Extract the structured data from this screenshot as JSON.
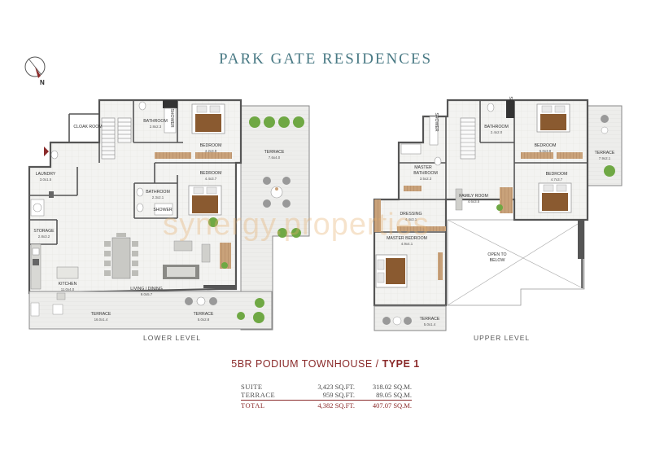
{
  "title": "PARK GATE RESIDENCES",
  "compass": {
    "north_label": "N",
    "icon": "compass-icon"
  },
  "lower_level": {
    "label": "LOWER LEVEL",
    "rooms": [
      {
        "id": "cloak-room",
        "name": "CLOAK\nROOM",
        "dims": ""
      },
      {
        "id": "bathroom-1",
        "name": "BATHROOM",
        "dims": "2.8x2.3"
      },
      {
        "id": "shower-1",
        "name": "SHOWER",
        "dims": ""
      },
      {
        "id": "bedroom-1",
        "name": "BEDROOM",
        "dims": "4.2x3.9"
      },
      {
        "id": "terrace-1",
        "name": "TERRACE",
        "dims": "7.6x4.0"
      },
      {
        "id": "laundry",
        "name": "LAUNDRY",
        "dims": "3.0x1.5"
      },
      {
        "id": "bedroom-2",
        "name": "BEDROOM",
        "dims": "4.4x3.7"
      },
      {
        "id": "bathroom-2",
        "name": "BATHROOM",
        "dims": "2.3x2.1"
      },
      {
        "id": "shower-2",
        "name": "SHOWER",
        "dims": ""
      },
      {
        "id": "storage",
        "name": "STORAGE",
        "dims": "2.8x3.2"
      },
      {
        "id": "kitchen",
        "name": "KITCHEN",
        "dims": "11.0x4.0"
      },
      {
        "id": "living-dining",
        "name": "LIVING / DINING",
        "dims": "9.0x5.7"
      },
      {
        "id": "terrace-2",
        "name": "TERRACE",
        "dims": "16.0x1.4"
      },
      {
        "id": "terrace-3",
        "name": "TERRACE",
        "dims": "5.0x2.8"
      }
    ]
  },
  "upper_level": {
    "label": "UPPER LEVEL",
    "rooms": [
      {
        "id": "shower-3",
        "name": "SHOWER",
        "dims": ""
      },
      {
        "id": "shower-4",
        "name": "SHOWER",
        "dims": ""
      },
      {
        "id": "bathroom-3",
        "name": "BATHROOM",
        "dims": "2.4x2.0"
      },
      {
        "id": "master-bathroom",
        "name": "MASTER\nBATHROOM",
        "dims": "3.5x2.3"
      },
      {
        "id": "bedroom-3",
        "name": "BEDROOM",
        "dims": "5.0x3.9"
      },
      {
        "id": "terrace-4",
        "name": "TERRACE",
        "dims": "7.9x2.1"
      },
      {
        "id": "bedroom-4",
        "name": "BEDROOM",
        "dims": "4.7x3.7"
      },
      {
        "id": "family-room",
        "name": "FAMILY ROOM",
        "dims": "4.6x3.5"
      },
      {
        "id": "dressing",
        "name": "DRESSING",
        "dims": "4.4x3.1"
      },
      {
        "id": "master-bedroom",
        "name": "MASTER BEDROOM",
        "dims": "4.9x4.1"
      },
      {
        "id": "open-to-below",
        "name": "OPEN TO\nBELOW",
        "dims": ""
      },
      {
        "id": "terrace-5",
        "name": "TERRACE",
        "dims": "5.0x1.4"
      }
    ]
  },
  "watermark": "synergy.properties",
  "unit": {
    "title": "5BR PODIUM TOWNHOUSE / ",
    "type": "TYPE 1"
  },
  "areas": {
    "rows": [
      {
        "label": "SUITE",
        "sqft": "3,423 SQ.FT.",
        "sqm": "318.02 SQ.M."
      },
      {
        "label": "TERRACE",
        "sqft": "959 SQ.FT.",
        "sqm": "89.05 SQ.M."
      }
    ],
    "total": {
      "label": "TOTAL",
      "sqft": "4,382 SQ.FT.",
      "sqm": "407.07 SQ.M."
    }
  },
  "colors": {
    "accent_teal": "#4a7a85",
    "accent_maroon": "#8a2a2a",
    "wall": "#555555",
    "floor": "#f2f2f0",
    "terrace": "#ebebe9",
    "plant": "#6fa844"
  }
}
